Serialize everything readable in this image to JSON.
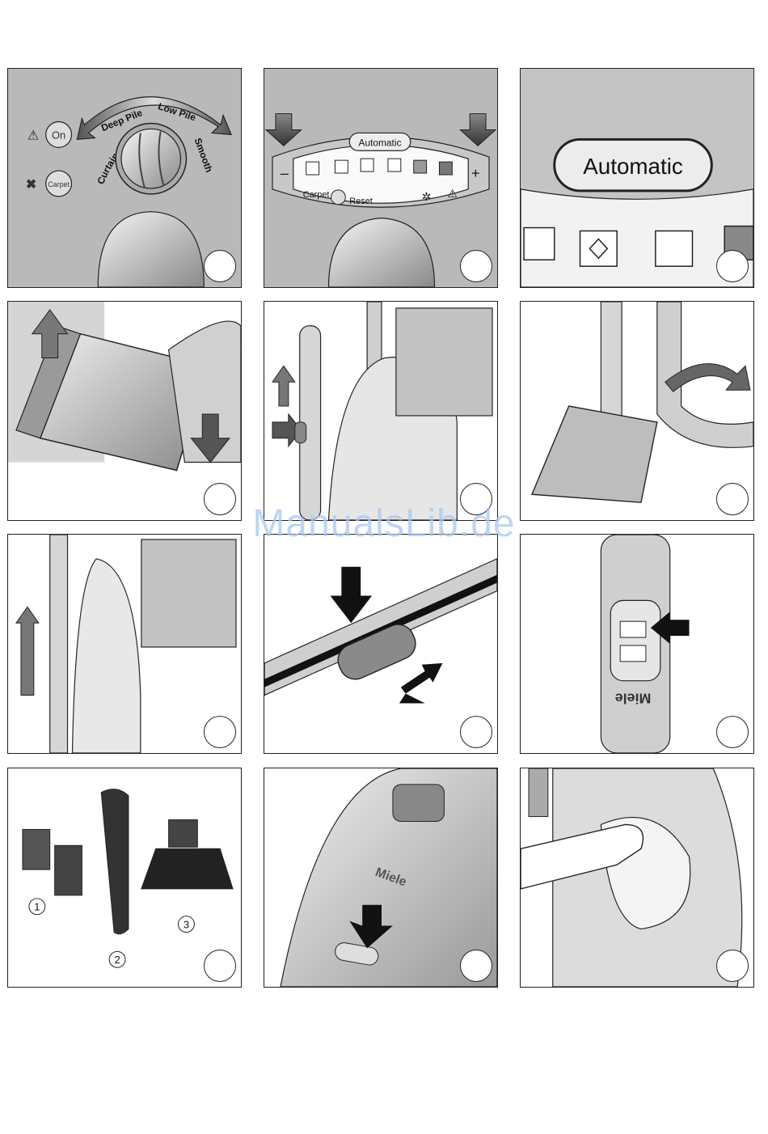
{
  "panel1": {
    "on_label": "On",
    "carpet_label": "Carpet",
    "curtains": "Curtains",
    "deep_pile": "Deep Pile",
    "low_pile": "Low Pile",
    "smooth": "Smooth"
  },
  "panel2": {
    "automatic_label": "Automatic",
    "minus": "–",
    "plus": "+",
    "carpet_label": "Carpet",
    "reset_label": "Reset"
  },
  "panel3": {
    "automatic_label": "Automatic"
  },
  "panel9": {
    "brand": "Miele"
  },
  "panel10": {
    "items": [
      "1",
      "2",
      "3"
    ]
  },
  "panel11": {
    "brand": "Miele"
  },
  "watermark": "ManualsLib.de",
  "colors": {
    "panel_bg": "#b9b9b9",
    "line": "#222222",
    "watermark": "#a9c9ee"
  }
}
